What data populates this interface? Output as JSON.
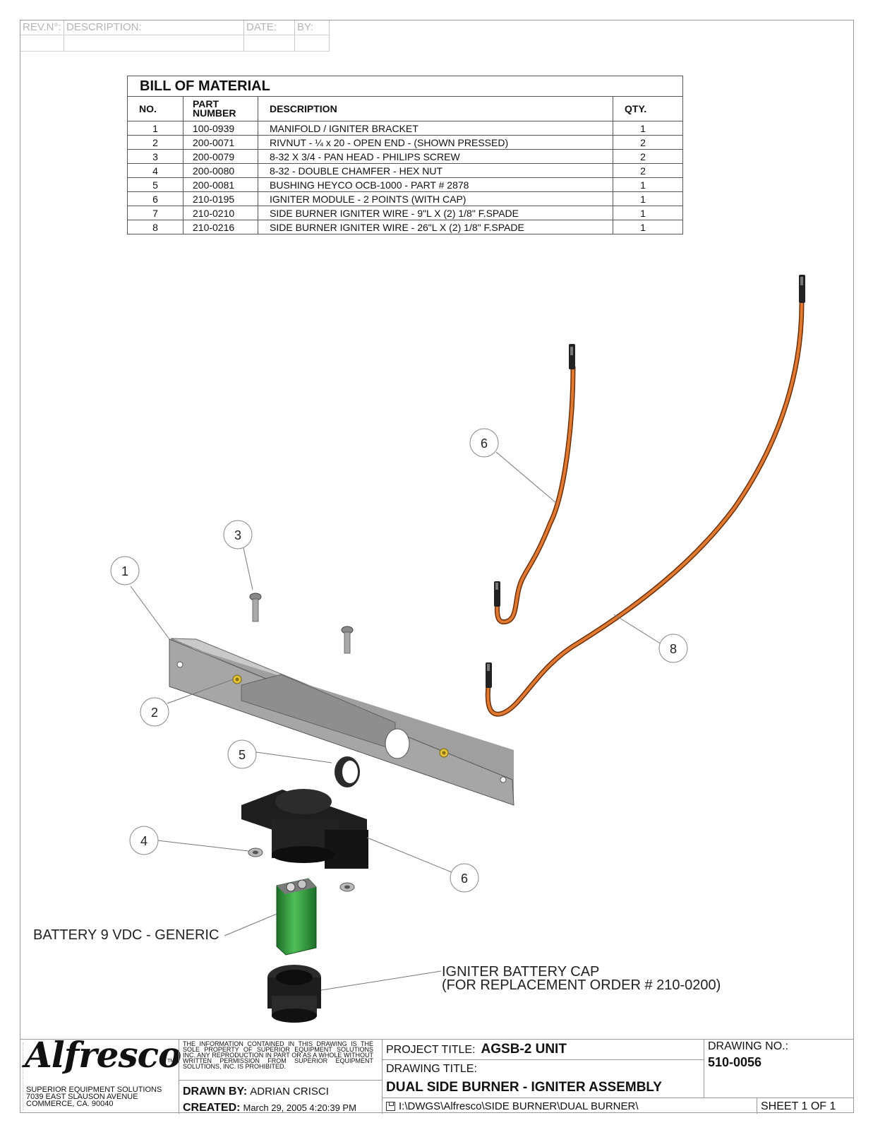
{
  "revision_block": {
    "rev_label": "REV.N°:",
    "description_label": "DESCRIPTION:",
    "date_label": "DATE:",
    "by_label": "BY:"
  },
  "bom": {
    "title": "BILL OF MATERIAL",
    "headers": {
      "no": "NO.",
      "part_number": "PART NUMBER",
      "description": "DESCRIPTION",
      "qty": "QTY."
    },
    "rows": [
      {
        "no": "1",
        "part": "100-0939",
        "desc": "MANIFOLD / IGNITER BRACKET",
        "qty": "1"
      },
      {
        "no": "2",
        "part": "200-0071",
        "desc": "RIVNUT - ¼ x 20  - OPEN END - (SHOWN PRESSED)",
        "qty": "2"
      },
      {
        "no": "3",
        "part": "200-0079",
        "desc": "8-32 X 3/4 - PAN HEAD - PHILIPS SCREW",
        "qty": "2"
      },
      {
        "no": "4",
        "part": "200-0080",
        "desc": "8-32 - DOUBLE CHAMFER - HEX NUT",
        "qty": "2"
      },
      {
        "no": "5",
        "part": "200-0081",
        "desc": "BUSHING HEYCO OCB-1000 - PART # 2878",
        "qty": "1"
      },
      {
        "no": "6",
        "part": "210-0195",
        "desc": "IGNITER MODULE - 2 POINTS (WITH CAP)",
        "qty": "1"
      },
      {
        "no": "7",
        "part": "210-0210",
        "desc": "SIDE BURNER IGNITER WIRE - 9\"L X (2) 1/8\" F.SPADE",
        "qty": "1"
      },
      {
        "no": "8",
        "part": "210-0216",
        "desc": "SIDE BURNER IGNITER WIRE - 26\"L X (2) 1/8\" F.SPADE",
        "qty": "1"
      }
    ]
  },
  "callouts": {
    "c1": "1",
    "c2": "2",
    "c3": "3",
    "c4": "4",
    "c5": "5",
    "c6_wire": "6",
    "c6_module": "6",
    "c8": "8"
  },
  "notes": {
    "battery": "BATTERY 9 VDC - GENERIC",
    "cap_line1": "IGNITER BATTERY CAP",
    "cap_line2": "(FOR REPLACEMENT ORDER # 210-0200)"
  },
  "colors": {
    "wire": "#c8641e",
    "bracket": "#9a9a9a",
    "module": "#1c1c1c",
    "battery": "#2f8f3a"
  },
  "title_block": {
    "logo": "Alfresco",
    "logo_tm": "TM",
    "company_line1": "SUPERIOR EQUIPMENT SOLUTIONS",
    "company_line2": "7039 EAST SLAUSON AVENUE",
    "company_line3": "COMMERCE, CA. 90040",
    "legal": "THE INFORMATION CONTAINED IN THIS DRAWING IS THE SOLE PROPERTY OF SUPERIOR EQUIPMENT SOLUTIONS INC. ANY REPRODUCTION IN PART OR AS A WHOLE WITHOUT WRITTEN PERMISSION FROM SUPERIOR EQUIPMENT SOLUTIONS, INC. IS PROHIBITED.",
    "drawn_by_label": "DRAWN BY:",
    "drawn_by": "ADRIAN CRISCI",
    "created_label": "CREATED:",
    "created": "March 29, 2005 4:20:39 PM",
    "project_title_label": "PROJECT TITLE:",
    "project_title": "AGSB-2 UNIT",
    "drawing_title_label": "DRAWING TITLE:",
    "drawing_title": "DUAL SIDE BURNER - IGNITER ASSEMBLY",
    "file_path": "I:\\DWGS\\Alfresco\\SIDE BURNER\\DUAL BURNER\\",
    "drawing_no_label": "DRAWING NO.:",
    "drawing_no": "510-0056",
    "sheet": "SHEET 1 OF 1"
  }
}
